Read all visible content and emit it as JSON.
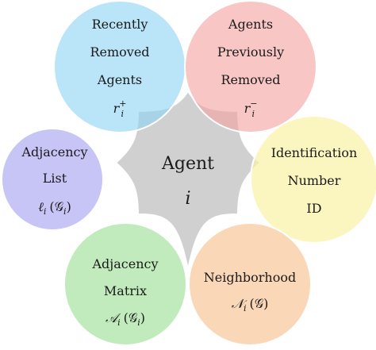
{
  "center": {
    "title": "Agent",
    "symbol": "i",
    "color": "#c4c4c4"
  },
  "nodes": {
    "recently_removed": {
      "lines": [
        "Recently",
        "Removed",
        "Agents"
      ],
      "math": "r",
      "sub": "i",
      "sup": "+",
      "color": "#8fd3f4"
    },
    "previously_removed": {
      "lines": [
        "Agents",
        "Previously",
        "Removed"
      ],
      "math": "r",
      "sub": "i",
      "sup": "−",
      "color": "#f5a3a3"
    },
    "identification": {
      "lines": [
        "Identification",
        "Number",
        "ID"
      ],
      "color": "#f9f3a6"
    },
    "neighborhood": {
      "lines": [
        "Neighborhood"
      ],
      "math": "𝒩",
      "sub": "i",
      "args": "(𝒢)",
      "color": "#f7c79b"
    },
    "adjacency_matrix": {
      "lines": [
        "Adjacency",
        "Matrix"
      ],
      "math": "𝒜",
      "sub": "i",
      "args_open": "(𝒢",
      "args_sub": "i",
      "args_close": ")",
      "color": "#a9e3a2"
    },
    "adjacency_list": {
      "lines": [
        "Adjacency",
        "List"
      ],
      "math": "ℓ",
      "sub": "i",
      "args_open": "(𝒢",
      "args_sub": "i",
      "args_close": ")",
      "color": "#b1aef2"
    }
  }
}
